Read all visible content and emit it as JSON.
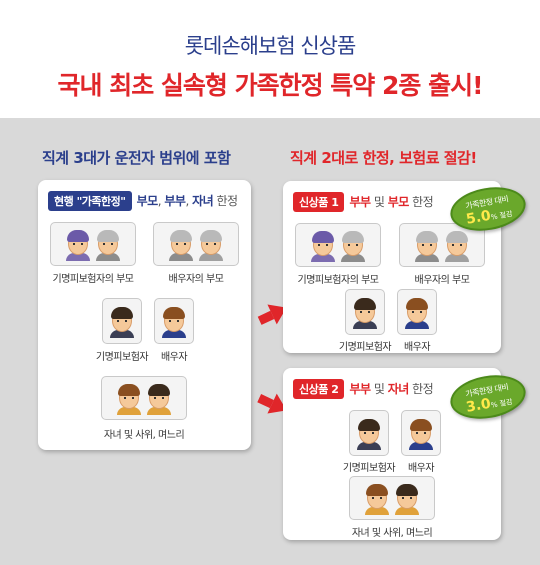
{
  "header": {
    "subtitle": "롯데손해보험 신상품",
    "headline": "국내 최초 실속형 가족한정 특약 2종 출시!"
  },
  "left": {
    "section_title": "직계 3대가 운전자 범위에 포함",
    "tag": "현행 \"가족한정\"",
    "scope_parts": [
      "부모",
      ", ",
      "부부",
      ", ",
      "자녀",
      " 한정"
    ],
    "cards": [
      {
        "caption": "기명피보험자의 부모"
      },
      {
        "caption": "배우자의 부모"
      },
      {
        "caption": "기명피보험자"
      },
      {
        "caption": "배우자"
      },
      {
        "caption": "자녀 및 사위, 며느리"
      }
    ]
  },
  "right": {
    "section_title": "직계 2대로 한정, 보험료 절감!",
    "product1": {
      "tag": "신상품 1",
      "scope_parts": [
        "부부",
        " 및 ",
        "부모",
        " 한정"
      ],
      "badge_top": "가족한정 대비",
      "badge_value": "5.0",
      "badge_unit": "% 절감",
      "cards": [
        {
          "caption": "기명피보험자의 부모"
        },
        {
          "caption": "배우자의 부모"
        },
        {
          "caption": "기명피보험자"
        },
        {
          "caption": "배우자"
        }
      ]
    },
    "product2": {
      "tag": "신상품 2",
      "scope_parts": [
        "부부",
        " 및 ",
        "자녀",
        " 한정"
      ],
      "badge_top": "가족한정 대비",
      "badge_value": "3.0",
      "badge_unit": "% 절감",
      "cards": [
        {
          "caption": "기명피보험자"
        },
        {
          "caption": "배우자"
        },
        {
          "caption": "자녀 및 사위, 며느리"
        }
      ]
    }
  },
  "colors": {
    "navy": "#2b3f8c",
    "red": "#e0262a",
    "badge_green": "#6aa82b",
    "background": "#d9d9d9"
  }
}
